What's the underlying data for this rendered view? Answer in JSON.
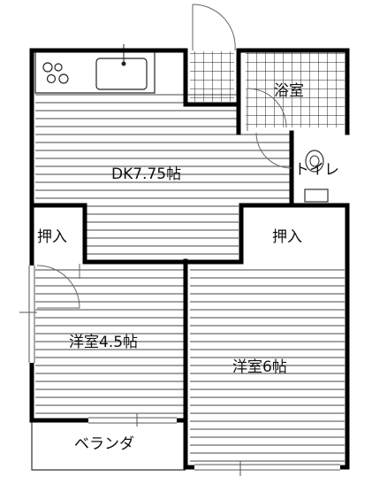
{
  "floor_plan": {
    "rooms": {
      "dk": "DK7.75帖",
      "bath": "浴室",
      "toilet": "トイレ",
      "closet_left": "押入",
      "closet_right": "押入",
      "western_small": "洋室4.5帖",
      "western_large": "洋室6帖",
      "balcony": "ベランダ"
    },
    "colors": {
      "wall": "#000000",
      "floor_line": "#444444",
      "tile": "#222222",
      "door": "#666666",
      "background": "#ffffff"
    }
  }
}
